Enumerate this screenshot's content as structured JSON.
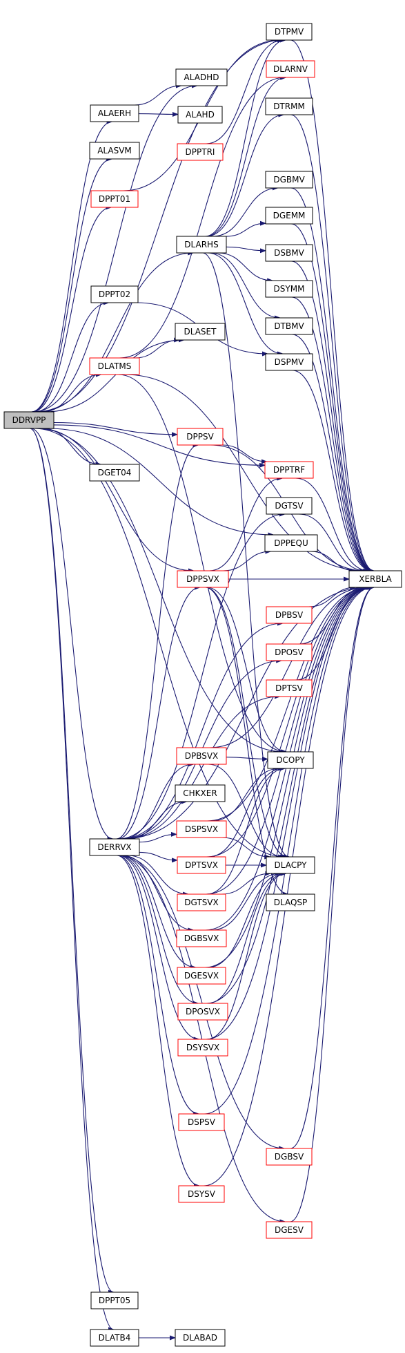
{
  "colors": {
    "edge": "#191970",
    "node_border_default": "#000000",
    "node_border_highlight": "#ff0000",
    "root_fill": "#bfbfbf",
    "node_fill": "#ffffff"
  },
  "nodes": [
    {
      "id": "DDRVPP",
      "label": "DDRVPP",
      "style": "root"
    },
    {
      "id": "ALADHD",
      "label": "ALADHD",
      "style": "black"
    },
    {
      "id": "ALAERH",
      "label": "ALAERH",
      "style": "black"
    },
    {
      "id": "ALAHD",
      "label": "ALAHD",
      "style": "black"
    },
    {
      "id": "ALASVM",
      "label": "ALASVM",
      "style": "black"
    },
    {
      "id": "DPPTRI",
      "label": "DPPTRI",
      "style": "red"
    },
    {
      "id": "DPPT01",
      "label": "DPPT01",
      "style": "red"
    },
    {
      "id": "DLARHS",
      "label": "DLARHS",
      "style": "black"
    },
    {
      "id": "DPPT02",
      "label": "DPPT02",
      "style": "black"
    },
    {
      "id": "DLASET",
      "label": "DLASET",
      "style": "black"
    },
    {
      "id": "DLATMS",
      "label": "DLATMS",
      "style": "red"
    },
    {
      "id": "DPPSV",
      "label": "DPPSV",
      "style": "red"
    },
    {
      "id": "DGET04",
      "label": "DGET04",
      "style": "black"
    },
    {
      "id": "DPPSVX",
      "label": "DPPSVX",
      "style": "red"
    },
    {
      "id": "DTPMV",
      "label": "DTPMV",
      "style": "black"
    },
    {
      "id": "DLARNV",
      "label": "DLARNV",
      "style": "red"
    },
    {
      "id": "DTRMM",
      "label": "DTRMM",
      "style": "black"
    },
    {
      "id": "DGBMV",
      "label": "DGBMV",
      "style": "black"
    },
    {
      "id": "DGEMM",
      "label": "DGEMM",
      "style": "black"
    },
    {
      "id": "DSBMV",
      "label": "DSBMV",
      "style": "black"
    },
    {
      "id": "DSYMM",
      "label": "DSYMM",
      "style": "black"
    },
    {
      "id": "DTBMV",
      "label": "DTBMV",
      "style": "black"
    },
    {
      "id": "DSPMV",
      "label": "DSPMV",
      "style": "black"
    },
    {
      "id": "DPPTRF",
      "label": "DPPTRF",
      "style": "red"
    },
    {
      "id": "DGTSV",
      "label": "DGTSV",
      "style": "black"
    },
    {
      "id": "DPPEQU",
      "label": "DPPEQU",
      "style": "black"
    },
    {
      "id": "XERBLA",
      "label": "XERBLA",
      "style": "black"
    },
    {
      "id": "DPBSV",
      "label": "DPBSV",
      "style": "red"
    },
    {
      "id": "DPOSV",
      "label": "DPOSV",
      "style": "red"
    },
    {
      "id": "DPTSV",
      "label": "DPTSV",
      "style": "red"
    },
    {
      "id": "DPBSVX",
      "label": "DPBSVX",
      "style": "red"
    },
    {
      "id": "DCOPY",
      "label": "DCOPY",
      "style": "black"
    },
    {
      "id": "CHKXER",
      "label": "CHKXER",
      "style": "black"
    },
    {
      "id": "DERRVX",
      "label": "DERRVX",
      "style": "black"
    },
    {
      "id": "DSPSVX",
      "label": "DSPSVX",
      "style": "red"
    },
    {
      "id": "DPTSVX",
      "label": "DPTSVX",
      "style": "red"
    },
    {
      "id": "DLACPY",
      "label": "DLACPY",
      "style": "black"
    },
    {
      "id": "DGTSVX",
      "label": "DGTSVX",
      "style": "red"
    },
    {
      "id": "DLAQSP",
      "label": "DLAQSP",
      "style": "black"
    },
    {
      "id": "DGBSVX",
      "label": "DGBSVX",
      "style": "red"
    },
    {
      "id": "DGESVX",
      "label": "DGESVX",
      "style": "red"
    },
    {
      "id": "DPOSVX",
      "label": "DPOSVX",
      "style": "red"
    },
    {
      "id": "DSYSVX",
      "label": "DSYSVX",
      "style": "red"
    },
    {
      "id": "DSPSV",
      "label": "DSPSV",
      "style": "red"
    },
    {
      "id": "DGBSV",
      "label": "DGBSV",
      "style": "red"
    },
    {
      "id": "DSYSV",
      "label": "DSYSV",
      "style": "red"
    },
    {
      "id": "DGESV",
      "label": "DGESV",
      "style": "red"
    },
    {
      "id": "DPPT05",
      "label": "DPPT05",
      "style": "black"
    },
    {
      "id": "DLATB4",
      "label": "DLATB4",
      "style": "black"
    },
    {
      "id": "DLABAD",
      "label": "DLABAD",
      "style": "black"
    }
  ],
  "edges": [
    [
      "DDRVPP",
      "ALADHD"
    ],
    [
      "DDRVPP",
      "ALAERH"
    ],
    [
      "DDRVPP",
      "ALASVM"
    ],
    [
      "DDRVPP",
      "DPPT01"
    ],
    [
      "DDRVPP",
      "DLARHS"
    ],
    [
      "DDRVPP",
      "DPPT02"
    ],
    [
      "DDRVPP",
      "DLASET"
    ],
    [
      "DDRVPP",
      "DLATMS"
    ],
    [
      "DDRVPP",
      "DPPSV"
    ],
    [
      "DDRVPP",
      "DGET04"
    ],
    [
      "DDRVPP",
      "DPPSVX"
    ],
    [
      "DDRVPP",
      "DTPMV"
    ],
    [
      "DDRVPP",
      "DPPTRF"
    ],
    [
      "DDRVPP",
      "DPPEQU"
    ],
    [
      "DDRVPP",
      "DCOPY"
    ],
    [
      "DDRVPP",
      "DERRVX"
    ],
    [
      "DDRVPP",
      "DLACPY"
    ],
    [
      "DDRVPP",
      "DPPT05"
    ],
    [
      "DDRVPP",
      "DLATB4"
    ],
    [
      "ALAERH",
      "ALADHD"
    ],
    [
      "ALAERH",
      "ALAHD"
    ],
    [
      "DPPT01",
      "DTPMV"
    ],
    [
      "DPPTRI",
      "DTPMV"
    ],
    [
      "DLARHS",
      "DLARNV"
    ],
    [
      "DLARHS",
      "DTRMM"
    ],
    [
      "DLARHS",
      "DGBMV"
    ],
    [
      "DLARHS",
      "DGEMM"
    ],
    [
      "DLARHS",
      "DSBMV"
    ],
    [
      "DLARHS",
      "DSYMM"
    ],
    [
      "DLARHS",
      "DTBMV"
    ],
    [
      "DLARHS",
      "DSPMV"
    ],
    [
      "DLARHS",
      "DTPMV"
    ],
    [
      "DLARHS",
      "DLACPY"
    ],
    [
      "DPPT02",
      "DSPMV"
    ],
    [
      "DLATMS",
      "DLASET"
    ],
    [
      "DLATMS",
      "DLARNV"
    ],
    [
      "DLATMS",
      "XERBLA"
    ],
    [
      "DLATMS",
      "DCOPY"
    ],
    [
      "DPPSV",
      "DPPTRF"
    ],
    [
      "DPPSV",
      "XERBLA"
    ],
    [
      "DPPSVX",
      "DPPEQU"
    ],
    [
      "DPPSVX",
      "DPPTRF"
    ],
    [
      "DPPSVX",
      "XERBLA"
    ],
    [
      "DPPSVX",
      "DCOPY"
    ],
    [
      "DPPSVX",
      "DLACPY"
    ],
    [
      "DPPSVX",
      "DLAQSP"
    ],
    [
      "DTPMV",
      "XERBLA"
    ],
    [
      "DTRMM",
      "XERBLA"
    ],
    [
      "DGBMV",
      "XERBLA"
    ],
    [
      "DGEMM",
      "XERBLA"
    ],
    [
      "DSBMV",
      "XERBLA"
    ],
    [
      "DSYMM",
      "XERBLA"
    ],
    [
      "DTBMV",
      "XERBLA"
    ],
    [
      "DSPMV",
      "XERBLA"
    ],
    [
      "DPPTRF",
      "XERBLA"
    ],
    [
      "DGTSV",
      "XERBLA"
    ],
    [
      "DPPEQU",
      "XERBLA"
    ],
    [
      "DPBSV",
      "XERBLA"
    ],
    [
      "DPOSV",
      "XERBLA"
    ],
    [
      "DPTSV",
      "XERBLA"
    ],
    [
      "DPBSVX",
      "DCOPY"
    ],
    [
      "DPBSVX",
      "DLACPY"
    ],
    [
      "DPBSVX",
      "XERBLA"
    ],
    [
      "DERRVX",
      "CHKXER"
    ],
    [
      "DERRVX",
      "DPPSV"
    ],
    [
      "DERRVX",
      "DPPSVX"
    ],
    [
      "DERRVX",
      "DGTSV"
    ],
    [
      "DERRVX",
      "DPBSV"
    ],
    [
      "DERRVX",
      "DPOSV"
    ],
    [
      "DERRVX",
      "DPTSV"
    ],
    [
      "DERRVX",
      "DPBSVX"
    ],
    [
      "DERRVX",
      "DSPSVX"
    ],
    [
      "DERRVX",
      "DPTSVX"
    ],
    [
      "DERRVX",
      "DGTSVX"
    ],
    [
      "DERRVX",
      "DGBSVX"
    ],
    [
      "DERRVX",
      "DGESVX"
    ],
    [
      "DERRVX",
      "DPOSVX"
    ],
    [
      "DERRVX",
      "DSYSVX"
    ],
    [
      "DERRVX",
      "DSPSV"
    ],
    [
      "DERRVX",
      "DGBSV"
    ],
    [
      "DERRVX",
      "DSYSV"
    ],
    [
      "DERRVX",
      "DGESV"
    ],
    [
      "DERRVX",
      "XERBLA"
    ],
    [
      "DSPSVX",
      "DCOPY"
    ],
    [
      "DSPSVX",
      "DLACPY"
    ],
    [
      "DSPSVX",
      "XERBLA"
    ],
    [
      "DPTSVX",
      "DCOPY"
    ],
    [
      "DPTSVX",
      "DLACPY"
    ],
    [
      "DPTSVX",
      "XERBLA"
    ],
    [
      "DGTSVX",
      "DCOPY"
    ],
    [
      "DGTSVX",
      "DLACPY"
    ],
    [
      "DGTSVX",
      "XERBLA"
    ],
    [
      "DGBSVX",
      "DLACPY"
    ],
    [
      "DGBSVX",
      "XERBLA"
    ],
    [
      "DGESVX",
      "DLACPY"
    ],
    [
      "DGESVX",
      "XERBLA"
    ],
    [
      "DPOSVX",
      "DLACPY"
    ],
    [
      "DPOSVX",
      "XERBLA"
    ],
    [
      "DSYSVX",
      "DLACPY"
    ],
    [
      "DSYSVX",
      "XERBLA"
    ],
    [
      "DSPSV",
      "XERBLA"
    ],
    [
      "DGBSV",
      "XERBLA"
    ],
    [
      "DSYSV",
      "XERBLA"
    ],
    [
      "DGESV",
      "XERBLA"
    ],
    [
      "DLATB4",
      "DLABAD"
    ]
  ]
}
